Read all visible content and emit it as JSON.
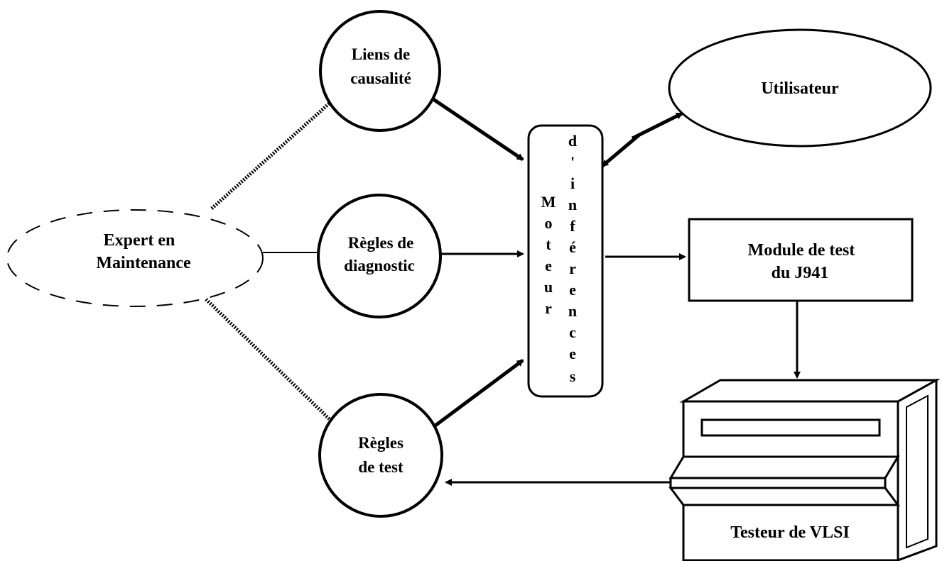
{
  "nodes": {
    "expert": {
      "line1": "Expert en",
      "line2": "Maintenance"
    },
    "liens": {
      "line1": "Liens de",
      "line2": "causalité"
    },
    "regles_diag": {
      "line1": "Règles de",
      "line2": "diagnostic"
    },
    "regles_test": {
      "line1": "Règles",
      "line2": "de test"
    },
    "utilisateur": {
      "label": "Utilisateur"
    },
    "moteur": {
      "col1": [
        "M",
        "o",
        "t",
        "e",
        "u",
        "r"
      ],
      "col2": [
        "d",
        "'",
        "i",
        "n",
        "f",
        "é",
        "r",
        "e",
        "n",
        "c",
        "e",
        "s"
      ]
    },
    "module": {
      "line1": "Module de test",
      "line2": "du J941"
    },
    "testeur": {
      "label": "Testeur de VLSI"
    }
  }
}
